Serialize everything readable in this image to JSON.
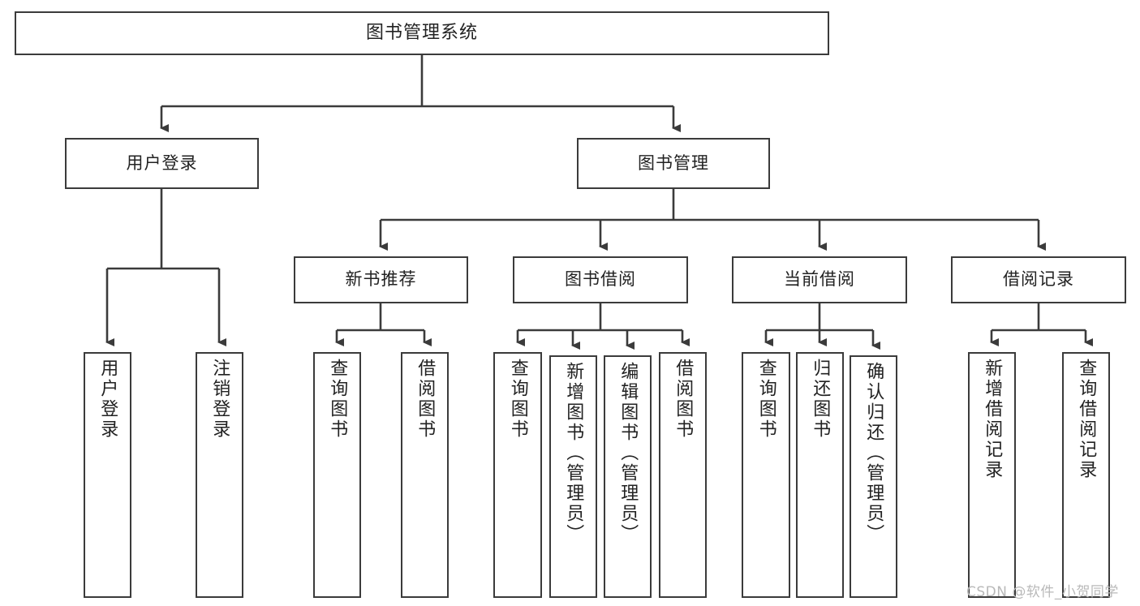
{
  "diagram": {
    "title": "图书管理系统",
    "type": "hierarchy-tree",
    "watermark": "CSDN @软件_小贺同学",
    "colors": {
      "stroke": "#3b3b3b",
      "fill": "#ffffff",
      "text": "#222222",
      "watermark": "#b9b9b9"
    },
    "nodes": {
      "root": {
        "label": "图书管理系统"
      },
      "level1": [
        {
          "label": "用户登录"
        },
        {
          "label": "图书管理"
        }
      ],
      "level2": [
        {
          "label": "新书推荐"
        },
        {
          "label": "图书借阅"
        },
        {
          "label": "当前借阅"
        },
        {
          "label": "借阅记录"
        }
      ],
      "leaves": {
        "user_login": [
          {
            "label": "用户登录"
          },
          {
            "label": "注销登录"
          }
        ],
        "new_book_recommend": [
          {
            "label": "查询图书"
          },
          {
            "label": "借阅图书"
          }
        ],
        "book_borrow": [
          {
            "label": "查询图书"
          },
          {
            "label": "新增图书（管理员）"
          },
          {
            "label": "编辑图书（管理员）"
          },
          {
            "label": "借阅图书"
          }
        ],
        "current_borrow": [
          {
            "label": "查询图书"
          },
          {
            "label": "归还图书"
          },
          {
            "label": "确认归还（管理员）"
          }
        ],
        "borrow_record": [
          {
            "label": "新增借阅记录"
          },
          {
            "label": "查询借阅记录"
          }
        ]
      }
    }
  }
}
